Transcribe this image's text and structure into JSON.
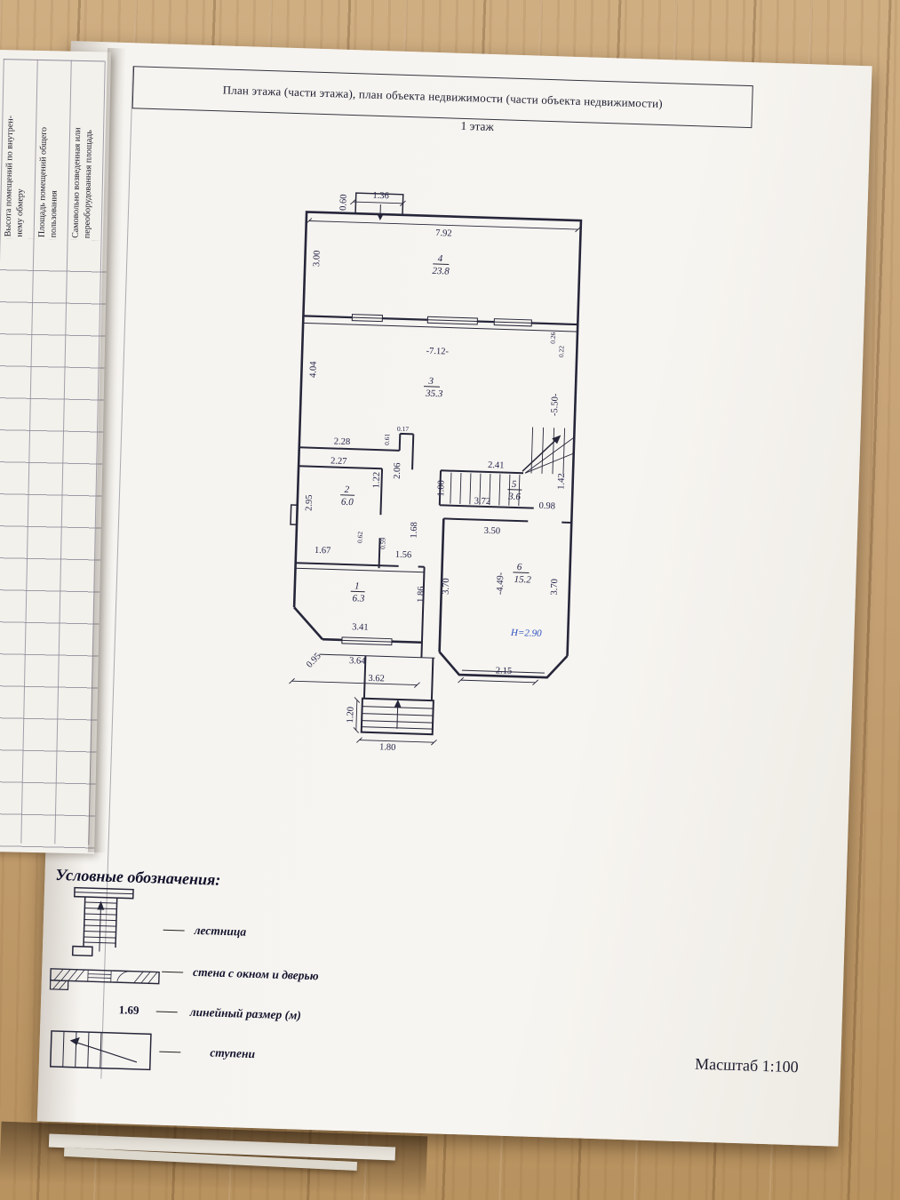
{
  "document": {
    "header_title": "План этажа (части этажа), план объекта недвижимости (части объекта недвижимости)",
    "floor_label": "1 этаж",
    "scale_label": "Масштаб 1:100",
    "height_note": "H=2.90"
  },
  "side_table": {
    "columns": [
      {
        "header": "Высота помещений по внутрен-\nнему обмеру"
      },
      {
        "header": "Площадь помещений общего\nпользования"
      },
      {
        "header": "Самовольно возведенная или\nпереоборудованная площадь"
      }
    ]
  },
  "legend": {
    "title": "Условные обозначения:",
    "items": [
      {
        "label": "лестница"
      },
      {
        "label": "стена с окном и дверью"
      },
      {
        "sample": "1.69",
        "label": "линейный размер (м)"
      },
      {
        "label": "ступени"
      }
    ]
  },
  "rooms": {
    "r1": {
      "num": "1",
      "area": "6.3"
    },
    "r2": {
      "num": "2",
      "area": "6.0"
    },
    "r3": {
      "num": "3",
      "area": "35.3"
    },
    "r4": {
      "num": "4",
      "area": "23.8"
    },
    "r5": {
      "num": "5",
      "area": "3.6"
    },
    "r6": {
      "num": "6",
      "area": "15.2"
    }
  },
  "dims": {
    "d060": "0.60",
    "d136": "1.36",
    "d792": "7.92",
    "d300": "3.00",
    "d712": "-7.12-",
    "d404": "4.04",
    "d026": "0.26",
    "d022": "0.22",
    "d550": "-5.50-",
    "d017": "0.17",
    "d061": "0.61",
    "d228": "2.28",
    "d227": "2.27",
    "d206": "2.06",
    "d122": "1.22",
    "d241": "2.41",
    "d100": "1.00",
    "d372": "3.72",
    "d098": "0.98",
    "d142": "1.42",
    "d295": "2.95",
    "d062": "0.62",
    "d059": "0.59",
    "d168": "1.68",
    "d156": "1.56",
    "d167": "1.67",
    "d350": "3.50",
    "d449": "-4.49-",
    "d370l": "3.70",
    "d370r": "3.70",
    "d215": "2.15",
    "d186": "1.86",
    "d341": "3.41",
    "d095": "0.95",
    "d364": "3.64",
    "d362": "3.62",
    "d120": "1.20",
    "d180": "1.80"
  }
}
